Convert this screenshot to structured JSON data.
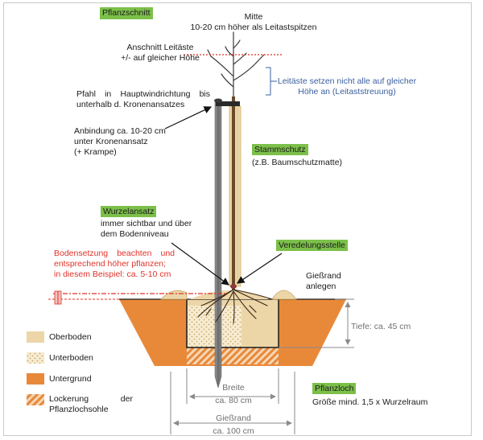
{
  "title": "Pflanzschnitt",
  "top_label": {
    "line1": "Mitte",
    "line2": "10-20 cm höher als Leitastspitzen"
  },
  "cut": {
    "line1": "Anschnitt Leitäste",
    "line2": "+/- auf gleicher Höhe"
  },
  "pfahl": {
    "line1": "Pfahl in Hauptwindrichtung bis",
    "line2": "unterhalb d. Kronenansatzes"
  },
  "leitaeste": {
    "line1": "Leitäste setzen nicht alle auf gleicher",
    "line2": "Höhe an (Leitaststreuung)"
  },
  "anbindung": {
    "line1": "Anbindung ca. 10-20 cm",
    "line2": "unter Kronenansatz",
    "line3": "(+ Krampe)"
  },
  "stammschutz": {
    "title": "Stammschutz",
    "sub": "(z.B. Baumschutzmatte)"
  },
  "wurzelansatz": {
    "title": "Wurzelansatz",
    "line1": "immer sichtbar und über",
    "line2": "dem Bodenniveau"
  },
  "veredelung": "Veredelungsstelle",
  "bodensetzung": {
    "line1": "Bodensetzung beachten und",
    "line2": "entsprechend höher pflanzen;",
    "line3": "in diesem Beispiel: ca. 5-10 cm"
  },
  "giessrand_anlegen": {
    "line1": "Gießrand",
    "line2": "anlegen"
  },
  "tiefe": "Tiefe: ca. 45 cm",
  "legend": {
    "oberboden": "Oberboden",
    "unterboden": "Unterboden",
    "untergrund": "Untergrund",
    "lockerung1": "Lockerung der",
    "lockerung2": "Pflanzlochsohle"
  },
  "breite": {
    "label": "Breite",
    "value": "ca. 80 cm"
  },
  "giessrand": {
    "label": "Gießrand",
    "value": "ca. 100 cm"
  },
  "pflanzloch": {
    "title": "Pflanzloch",
    "sub": "Größe mind. 1,5 x Wurzelraum"
  },
  "colors": {
    "green_label": "#7cc04a",
    "red": "#e0322a",
    "blue": "#3a5fa0",
    "oberboden": "#ecd6a8",
    "untergrund": "#e8893a",
    "stake": "#6f6f6f"
  }
}
